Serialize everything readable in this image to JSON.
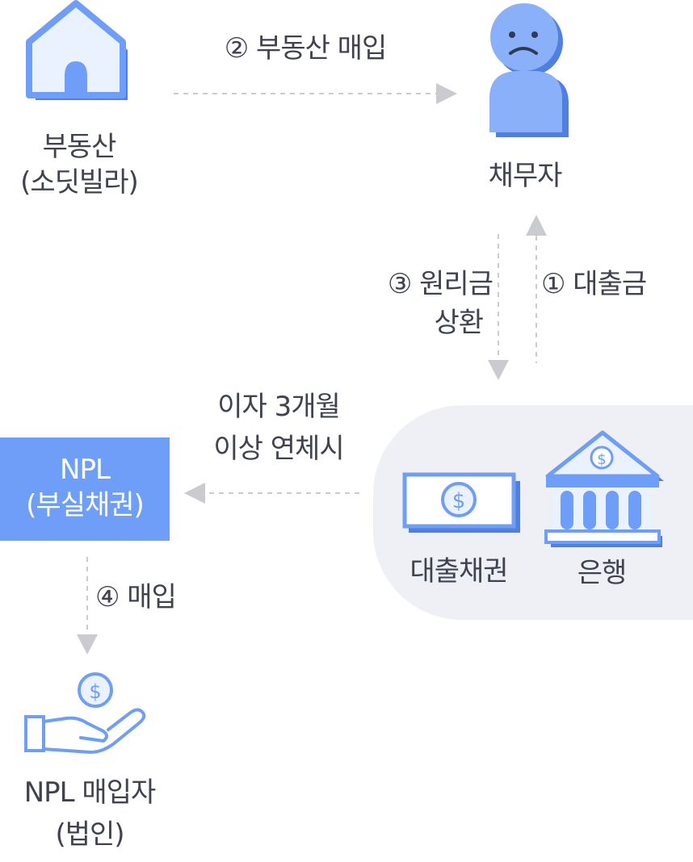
{
  "nodes": {
    "real_estate": {
      "line1": "부동산",
      "line2": "(소딧빌라)",
      "icon": "house-icon"
    },
    "debtor": {
      "label": "채무자",
      "icon": "sad-person-icon"
    },
    "loan_bond": {
      "label": "대출채권",
      "icon": "banknote-icon"
    },
    "bank": {
      "label": "은행",
      "icon": "bank-building-icon"
    },
    "npl": {
      "line1": "NPL",
      "line2": "(부실채권)"
    },
    "npl_buyer": {
      "line1": "NPL 매입자",
      "line2": "(법인)",
      "icon": "hand-coin-icon"
    }
  },
  "edges": {
    "step2": {
      "label": "② 부동산 매입"
    },
    "step1": {
      "label": "① 대출금"
    },
    "step3": {
      "line1": "③ 원리금",
      "line2": "상환"
    },
    "overdue": {
      "line1": "이자 3개월",
      "line2": "이상 연체시"
    },
    "step4": {
      "label": "④ 매입"
    }
  },
  "colors": {
    "icon_blue": "#6e9ef7",
    "icon_shadow": "#5b8ef0",
    "arrow_gray": "#c9cbd0",
    "text": "#3f4350",
    "bank_bg": "#eef0f6"
  }
}
